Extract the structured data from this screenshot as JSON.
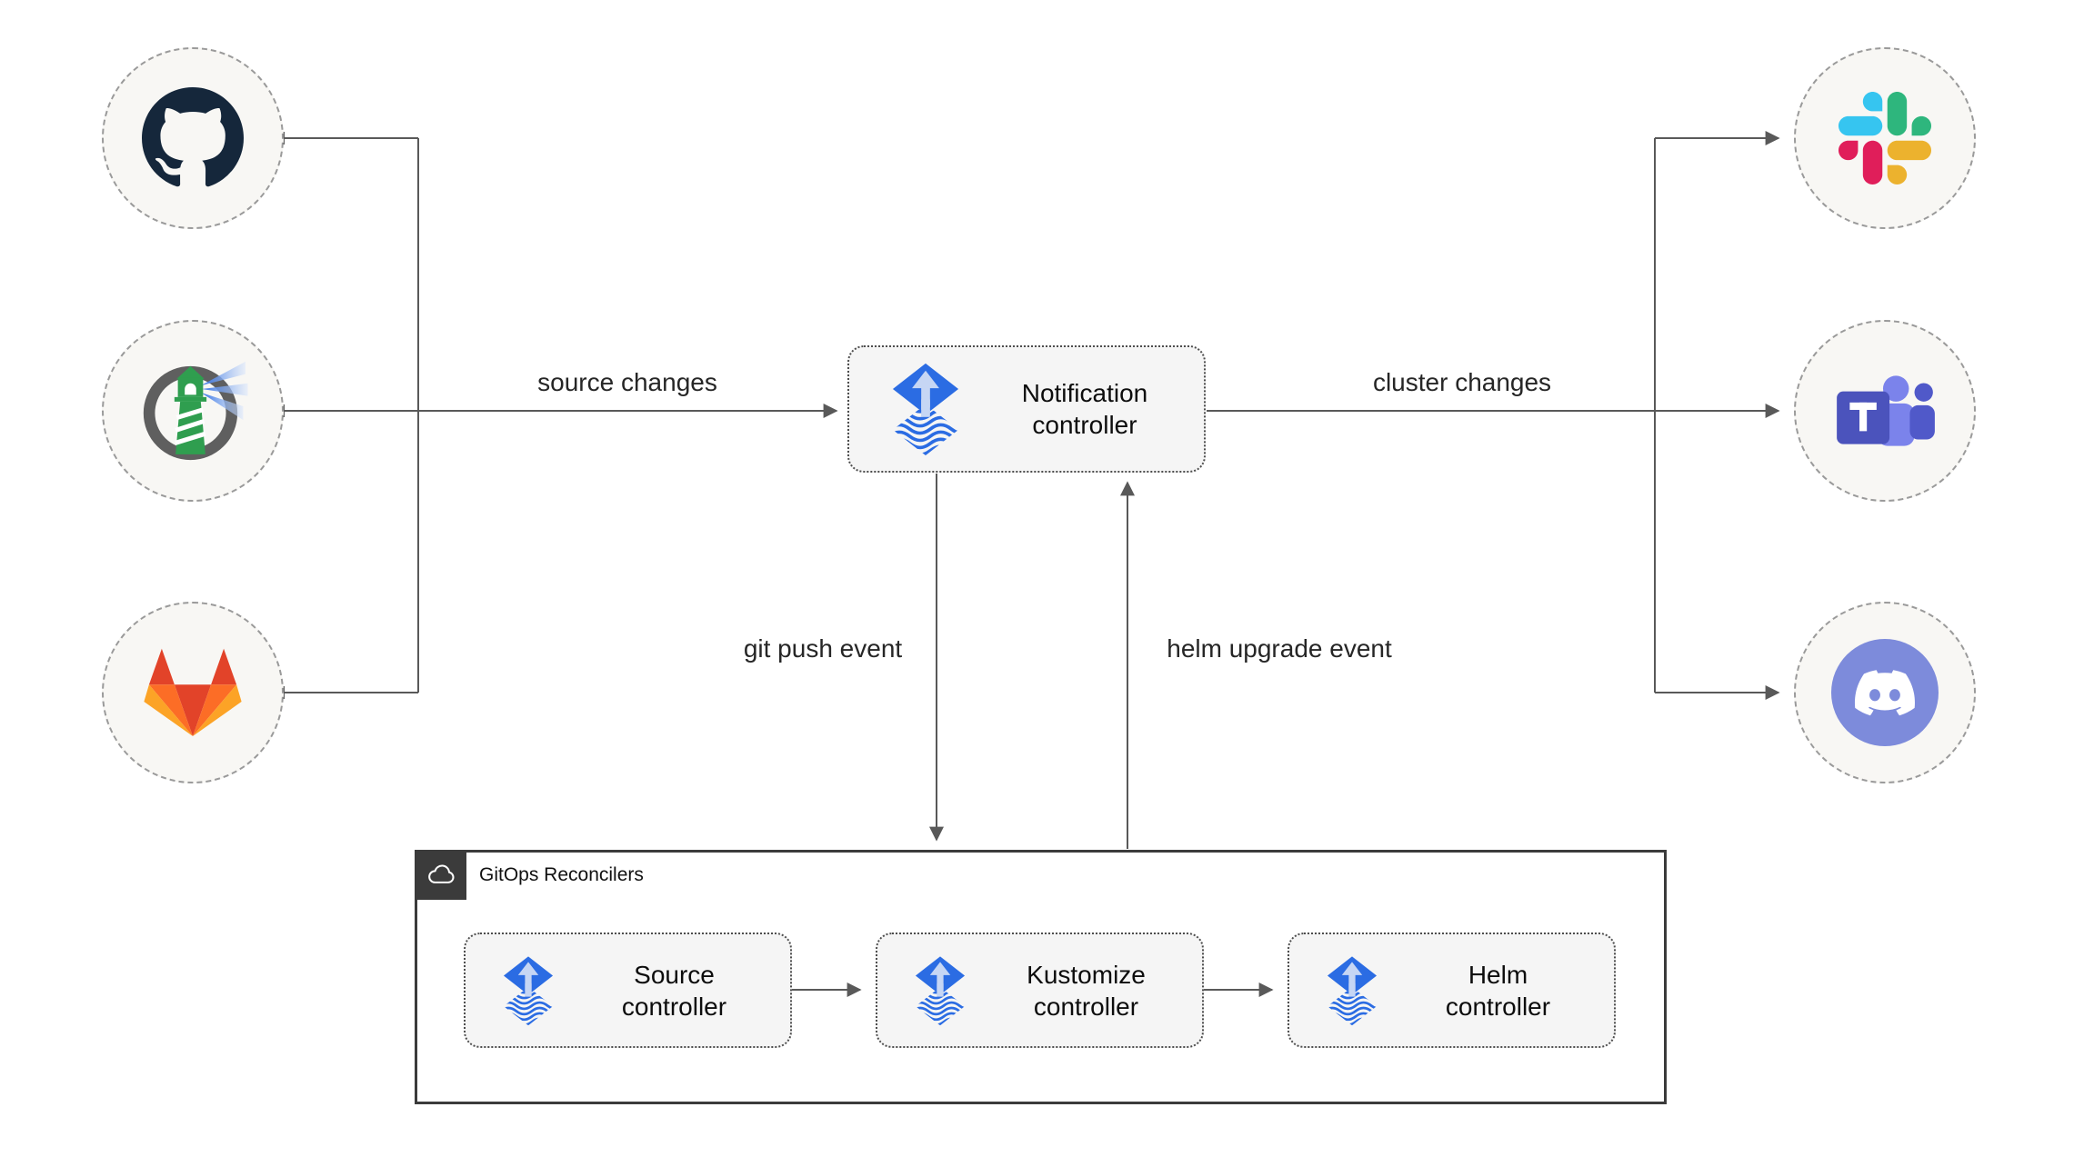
{
  "diagram": {
    "sources": [
      {
        "icon": "github-icon"
      },
      {
        "icon": "harbor-icon"
      },
      {
        "icon": "gitlab-icon"
      }
    ],
    "targets": [
      {
        "icon": "slack-icon"
      },
      {
        "icon": "teams-icon"
      },
      {
        "icon": "discord-icon"
      }
    ],
    "notification": {
      "label": "Notification controller"
    },
    "edges": {
      "source_changes": "source changes",
      "cluster_changes": "cluster changes",
      "git_push_event": "git push event",
      "helm_upgrade_event": "helm upgrade event"
    },
    "gitops": {
      "title": "GitOps Reconcilers",
      "controllers": [
        {
          "label": "Source controller"
        },
        {
          "label": "Kustomize controller"
        },
        {
          "label": "Helm controller"
        }
      ]
    },
    "colors": {
      "connector": "#595959",
      "flux_blue": "#2b6ce3",
      "node_fill": "#f8f7f4",
      "box_fill": "#f5f5f5",
      "group_border": "#3b3b3b"
    }
  }
}
